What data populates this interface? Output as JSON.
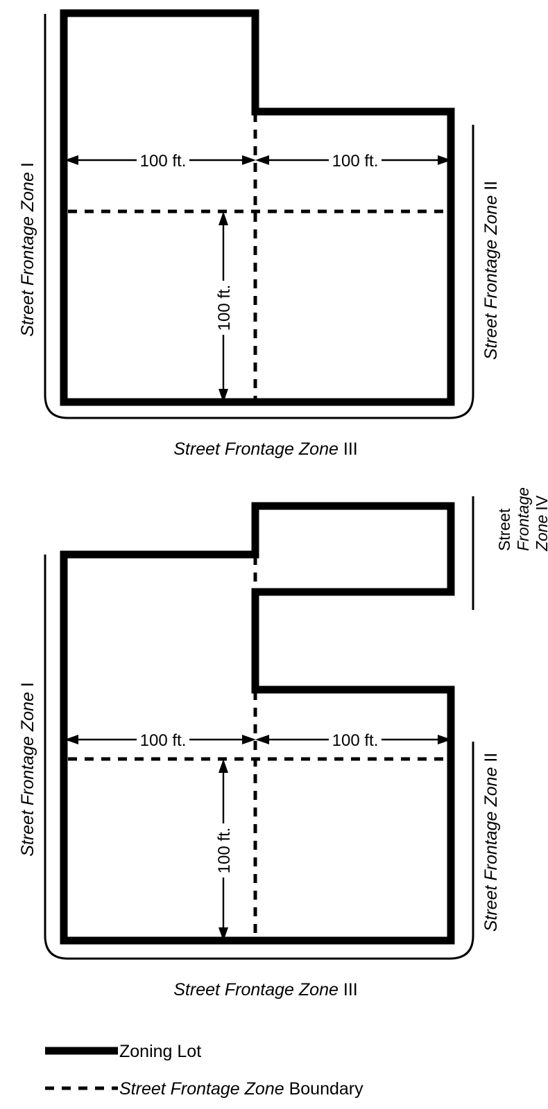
{
  "figure": {
    "title_present": false,
    "units_label": "ft.",
    "dimension_value": "100 ft.",
    "colors": {
      "ink": "#000000",
      "background": "#ffffff"
    }
  },
  "diagrams": [
    {
      "id": "diagram-top",
      "name": "corner-lot-three-frontages",
      "labels": {
        "left": {
          "italic": "Street Frontage Zone",
          "roman": "I"
        },
        "right": {
          "italic": "Street Frontage Zone",
          "roman": "II"
        },
        "bottom": {
          "italic": "Street Frontage Zone",
          "roman": "III"
        }
      },
      "dimensions": {
        "left_horizontal": "100 ft.",
        "right_horizontal": "100 ft.",
        "vertical": "100 ft."
      }
    },
    {
      "id": "diagram-bottom",
      "name": "through-lot-four-frontages",
      "labels": {
        "left": {
          "italic": "Street Frontage Zone",
          "roman": "I"
        },
        "right_upper": {
          "line1": "Street",
          "line2": "Frontage",
          "italic": "Zone",
          "roman": "IV"
        },
        "right_lower": {
          "italic": "Street Frontage Zone",
          "roman": "II"
        },
        "bottom": {
          "italic": "Street Frontage Zone",
          "roman": "III"
        }
      },
      "dimensions": {
        "left_horizontal": "100 ft.",
        "right_horizontal": "100 ft.",
        "vertical": "100 ft."
      }
    }
  ],
  "legend": {
    "items": [
      {
        "key": "zoning-lot",
        "style": "solid",
        "italic": "",
        "roman": "Zoning Lot"
      },
      {
        "key": "street-frontage-zone-boundary",
        "style": "dashed",
        "italic": "Street Frontage Zone",
        "roman": " Boundary"
      }
    ]
  }
}
